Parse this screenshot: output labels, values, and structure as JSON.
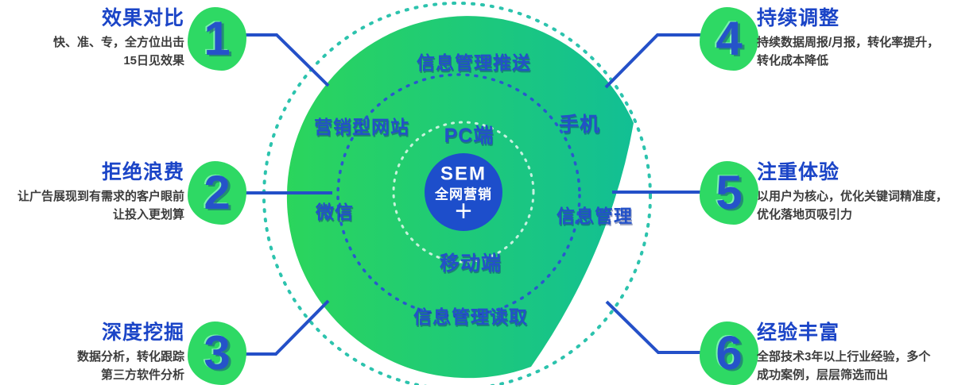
{
  "colors": {
    "blob_green_left": "#2bd55c",
    "blob_green_right": "#12bf94",
    "number_blob_green": "#2ed964",
    "accent_blue": "#2450c8",
    "center_circle_blue": "#1d4ecb",
    "outer_dash_teal": "#2cc3ad",
    "title_blue": "#1b45c7",
    "desc_gray": "#3c3c3c"
  },
  "center": {
    "title": "SEM",
    "subtitle": "全网营销",
    "plus": "＋"
  },
  "rings": [
    {
      "id": "push",
      "text": "信息管理推送"
    },
    {
      "id": "site",
      "text": "营销型网站"
    },
    {
      "id": "pc",
      "text": "PC端"
    },
    {
      "id": "phone",
      "text": "手机"
    },
    {
      "id": "wechat",
      "text": "微信"
    },
    {
      "id": "info",
      "text": "信息管理"
    },
    {
      "id": "mobile",
      "text": "移动端"
    },
    {
      "id": "read",
      "text": "信息管理读取"
    }
  ],
  "features": [
    {
      "number": "1",
      "title": "效果对比",
      "line1": "快、准、专，全方位出击",
      "line2": "15日见效果"
    },
    {
      "number": "2",
      "title": "拒绝浪费",
      "line1": "让广告展现到有需求的客户眼前",
      "line2": "让投入更划算"
    },
    {
      "number": "3",
      "title": "深度挖掘",
      "line1": "数据分析，转化跟踪",
      "line2": "第三方软件分析"
    },
    {
      "number": "4",
      "title": "持续调整",
      "line1": "持续数据周报/月报，转化率提升，",
      "line2": "转化成本降低"
    },
    {
      "number": "5",
      "title": "注重体验",
      "line1": "以用户为核心，优化关键词精准度，",
      "line2": "优化落地页吸引力"
    },
    {
      "number": "6",
      "title": "经验丰富",
      "line1": "全部技术3年以上行业经验，多个",
      "line2": "成功案例，层层筛选而出"
    }
  ]
}
